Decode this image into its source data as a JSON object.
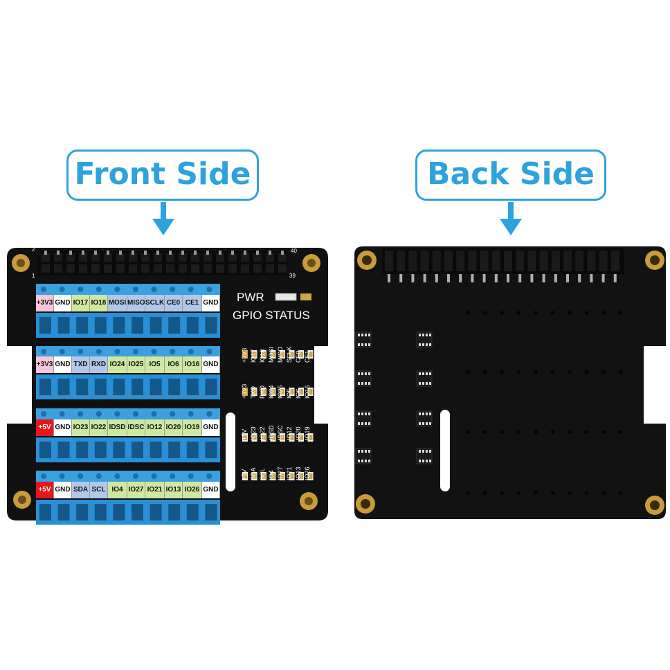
{
  "callouts": {
    "front": "Front Side",
    "back": "Back Side"
  },
  "front": {
    "header_pin_top_left": "2",
    "header_pin_top_right": "40",
    "header_pin_bottom_left": "1",
    "header_pin_bottom_right": "39",
    "pwr_label": "PWR",
    "gpio_status_label": "GPIO STATUS",
    "rows": [
      [
        "+3V3",
        "GND",
        "IO17",
        "IO18",
        "MOSI",
        "MISO",
        "SCLK",
        "CE0",
        "CE1",
        "GND"
      ],
      [
        "+3V3",
        "GND",
        "TXD",
        "RXD",
        "IO24",
        "IO25",
        "IO5",
        "IO6",
        "IO16",
        "GND"
      ],
      [
        "+5V",
        "GND",
        "IO23",
        "IO22",
        "IDSD",
        "IDSC",
        "IO12",
        "IO20",
        "IO19",
        "GND"
      ],
      [
        "+5V",
        "GND",
        "SDA",
        "SCL",
        "IO4",
        "IO27",
        "IO21",
        "IO13",
        "IO26",
        "GND"
      ]
    ],
    "status_columns": [
      [
        "+3V3",
        "IO17",
        "IO18",
        "MOSI",
        "MISO",
        "SCLK",
        "CE0",
        "CE1"
      ],
      [
        "+3V3",
        "TXD",
        "RXD",
        "IO24",
        "IO25",
        "IO5",
        "IO6",
        "IO16"
      ],
      [
        "+5V",
        "IO23",
        "IO22",
        "IDSD",
        "IDSC",
        "IO12",
        "IO20",
        "IO19"
      ],
      [
        "+5V",
        "SDA",
        "SCL",
        "IO4",
        "IO27",
        "IO21",
        "IO13",
        "IO26"
      ]
    ]
  },
  "colors": {
    "accent": "#2ea2dc",
    "pcb": "#111111",
    "terminal_blue": "#2a8fd4",
    "label_power3v3": "#f7c6d8",
    "label_power5v": "#e8161b",
    "label_gnd": "#ffffff",
    "label_spi": "#b3c8e8",
    "label_gpio": "#cfe8a0",
    "brass": "#c89b3c"
  }
}
